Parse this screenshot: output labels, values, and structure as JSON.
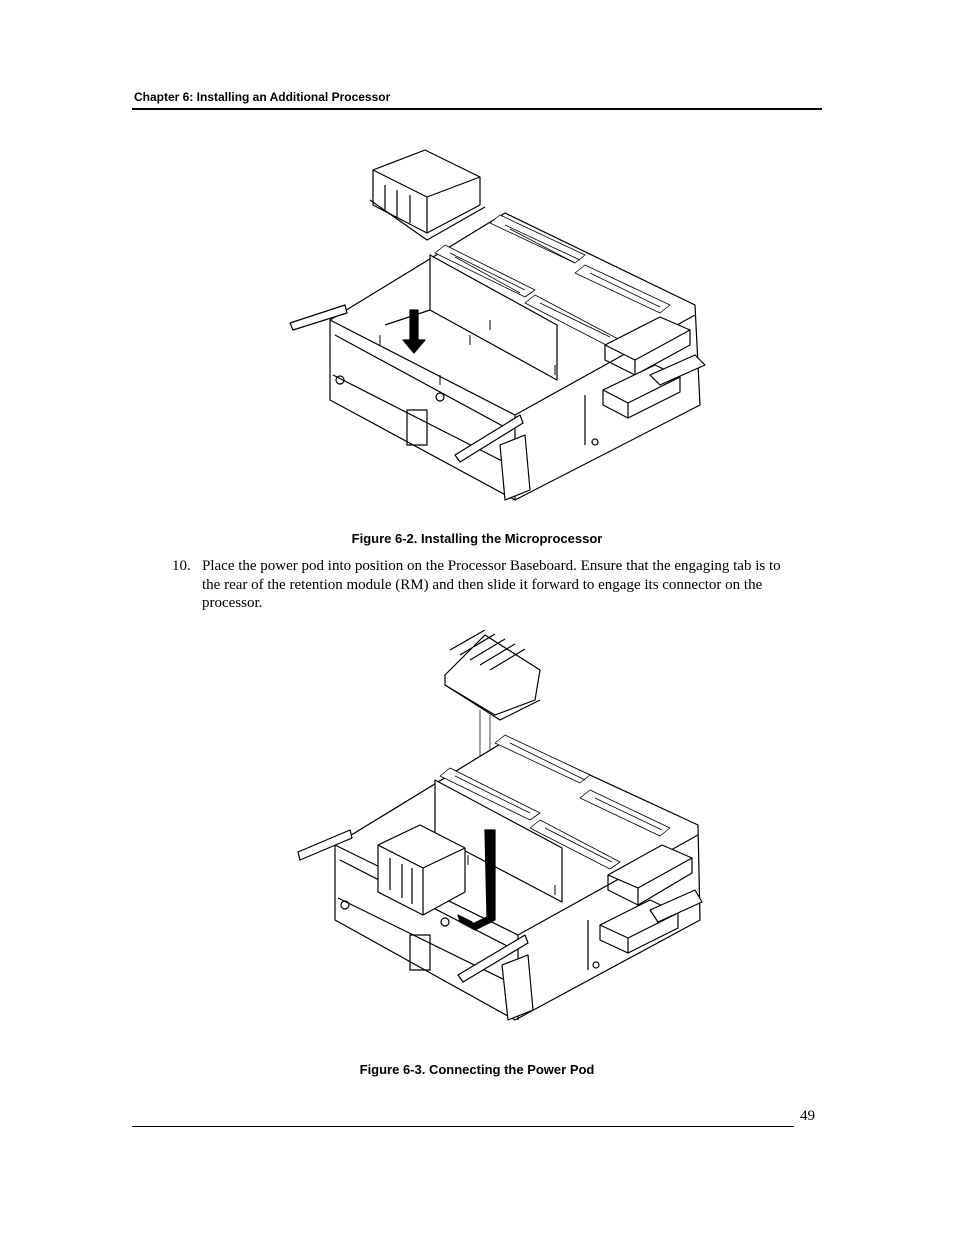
{
  "header": {
    "chapter_title": "Chapter 6: Installing an Additional Processor"
  },
  "figures": [
    {
      "caption": "Figure 6-2.  Installing the Microprocessor",
      "icon": "microprocessor-installation-drawing"
    },
    {
      "caption": "Figure 6-3.  Connecting the Power Pod",
      "icon": "power-pod-connection-drawing"
    }
  ],
  "step": {
    "number": "10.",
    "text": "Place the power pod into position on the Processor Baseboard.  Ensure that the engaging tab is to the rear of the retention module (RM) and then slide it forward to engage its connector on the processor."
  },
  "footer": {
    "page_number": "49"
  }
}
